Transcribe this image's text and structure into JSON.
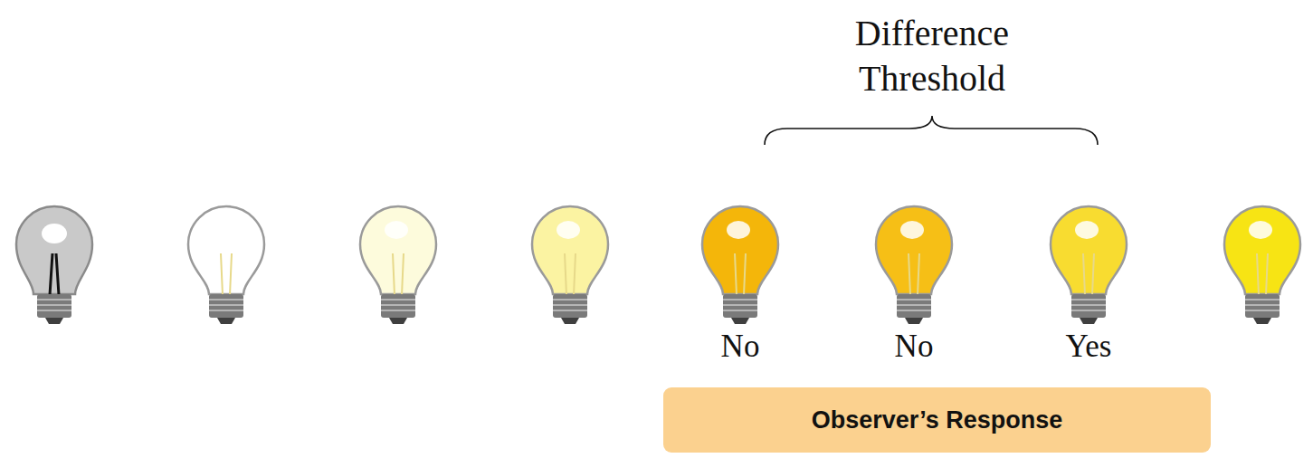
{
  "diagram": {
    "nodes": [
      {
        "text": [
          "Observer’s Response"
        ]
      }
    ],
    "labels": [
      "Difference Threshold",
      "No",
      "No",
      "Yes"
    ]
  }
}
